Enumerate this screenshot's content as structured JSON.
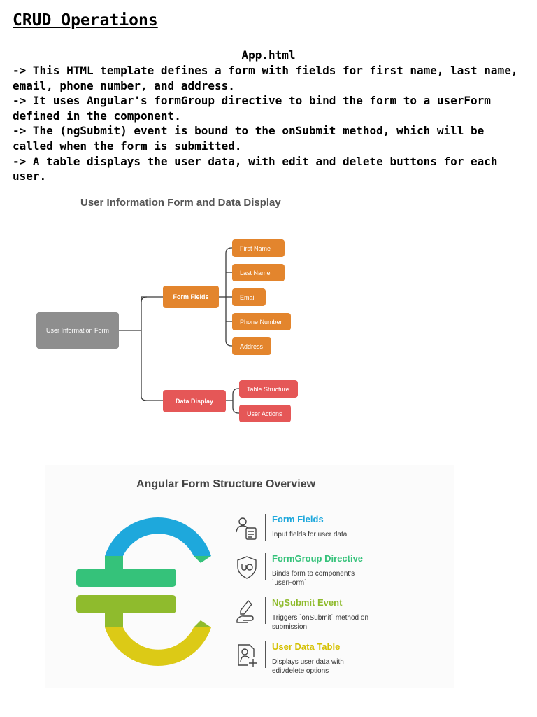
{
  "document": {
    "title": "CRUD Operations",
    "section_heading": "App.html",
    "bullets": [
      "-> This HTML template defines a form with fields for first name, last name, email, phone number, and address.",
      "-> It uses Angular's formGroup directive to bind the form to a userForm defined in the component.",
      "-> The (ngSubmit) event is bound to the onSubmit method, which will be called when the form is submitted.",
      "-> A table displays the user data, with edit and delete buttons for each user."
    ]
  },
  "diagram1": {
    "title": "User Information Form and Data Display",
    "root": "User Information Form",
    "form_fields": {
      "label": "Form Fields",
      "children": [
        "First Name",
        "Last Name",
        "Email",
        "Phone Number",
        "Address"
      ]
    },
    "data_display": {
      "label": "Data Display",
      "children": [
        "Table Structure",
        "User Actions"
      ]
    },
    "colors": {
      "root": "#8e8e8e",
      "orange": "#e3852d",
      "red": "#e55757"
    }
  },
  "diagram2": {
    "title": "Angular Form Structure Overview",
    "items": [
      {
        "title": "Form Fields",
        "desc": "Input fields for user data",
        "color": "#1ea8dc",
        "icon": "user-form-icon"
      },
      {
        "title": "FormGroup Directive",
        "desc": "Binds form to component's `userForm`",
        "color": "#35c27a",
        "icon": "shield-link-icon"
      },
      {
        "title": "NgSubmit Event",
        "desc": "Triggers `onSubmit` method on submission",
        "color": "#8fbb2d",
        "icon": "hand-pen-icon"
      },
      {
        "title": "User Data Table",
        "desc": "Displays user data with edit/delete options",
        "color": "#d4c000",
        "icon": "add-user-document-icon"
      }
    ],
    "euro_colors": [
      "#1ea8dc",
      "#35c27a",
      "#8fbb2d",
      "#dcca16"
    ]
  }
}
